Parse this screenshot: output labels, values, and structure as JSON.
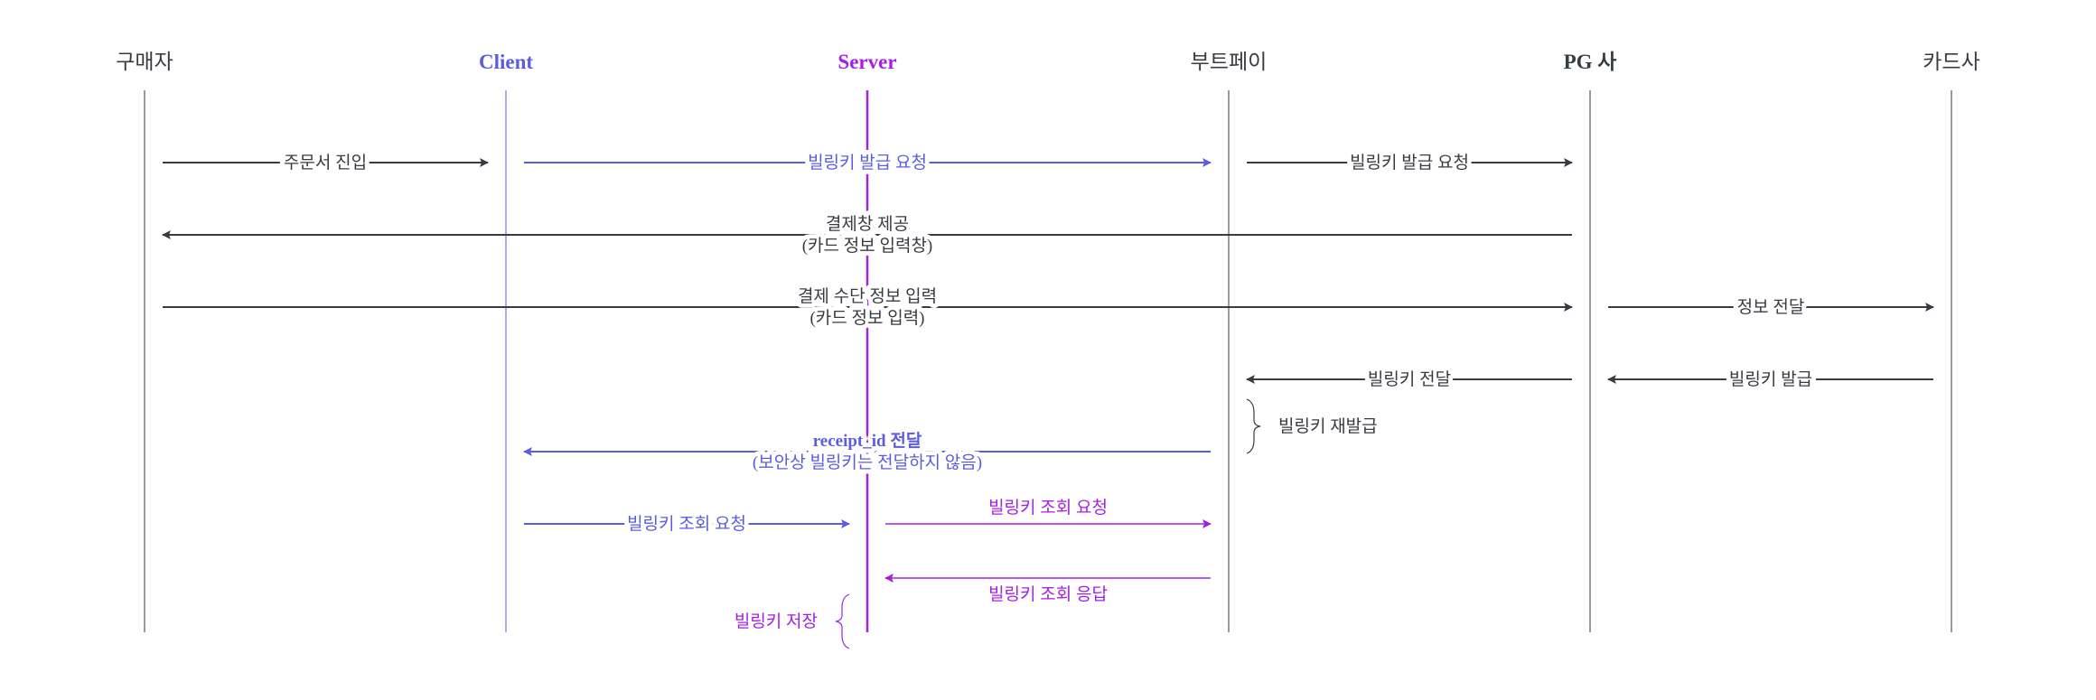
{
  "colors": {
    "dark": "#373b42",
    "blue": "#5b5ce0",
    "purple": "#a421e2"
  },
  "participants": [
    {
      "name": "구매자",
      "color": "dark",
      "bold": false
    },
    {
      "name": "Client",
      "color": "blue",
      "bold": true
    },
    {
      "name": "Server",
      "color": "purple",
      "bold": true
    },
    {
      "name": "부트페이",
      "color": "dark",
      "bold": false
    },
    {
      "name": "PG 사",
      "color": "dark",
      "bold": true
    },
    {
      "name": "카드사",
      "color": "dark",
      "bold": false
    }
  ],
  "messages": [
    {
      "from": 0,
      "to": 1,
      "row": 0,
      "color": "dark",
      "label_pos": "inline",
      "lines": [
        "주문서 진입"
      ]
    },
    {
      "from": 1,
      "to": 3,
      "row": 0,
      "color": "blue",
      "label_pos": "inline",
      "lines": [
        "빌링키 발급 요청"
      ]
    },
    {
      "from": 3,
      "to": 4,
      "row": 0,
      "color": "dark",
      "label_pos": "inline",
      "lines": [
        "빌링키 발급 요청"
      ]
    },
    {
      "from": 4,
      "to": 0,
      "row": 1,
      "color": "dark",
      "label_pos": "inline",
      "lines": [
        "결제창 제공",
        "(카드 정보 입력창)"
      ]
    },
    {
      "from": 0,
      "to": 4,
      "row": 2,
      "color": "dark",
      "label_pos": "inline",
      "lines": [
        "결제 수단 정보 입력",
        "(카드 정보 입력)"
      ]
    },
    {
      "from": 4,
      "to": 5,
      "row": 2,
      "color": "dark",
      "label_pos": "inline",
      "lines": [
        "정보 전달"
      ]
    },
    {
      "from": 4,
      "to": 3,
      "row": 3,
      "color": "dark",
      "label_pos": "inline",
      "lines": [
        "빌링키 전달"
      ]
    },
    {
      "from": 5,
      "to": 4,
      "row": 3,
      "color": "dark",
      "label_pos": "inline",
      "lines": [
        "빌링키 발급"
      ]
    },
    {
      "from": 3,
      "to": 1,
      "row": 4,
      "color": "blue",
      "label_pos": "inline",
      "lines": [
        "receipt_id 전달",
        "(보안상 빌링키는 전달하지 않음)"
      ]
    },
    {
      "from": 1,
      "to": 2,
      "row": 5,
      "color": "blue",
      "label_pos": "inline",
      "lines": [
        "빌링키 조회 요청"
      ]
    },
    {
      "from": 2,
      "to": 3,
      "row": 5,
      "color": "purple",
      "label_pos": "above",
      "lines": [
        "빌링키 조회 요청"
      ]
    },
    {
      "from": 3,
      "to": 2,
      "row": 6,
      "color": "purple",
      "label_pos": "below",
      "lines": [
        "빌링키 조회 응답"
      ]
    }
  ],
  "notes": [
    {
      "at": 3,
      "side": "right",
      "row": 3.65,
      "color": "dark",
      "text": "빌링키 재발급"
    },
    {
      "at": 2,
      "side": "left",
      "row": 6.35,
      "color": "purple",
      "text": "빌링키 저장"
    }
  ]
}
